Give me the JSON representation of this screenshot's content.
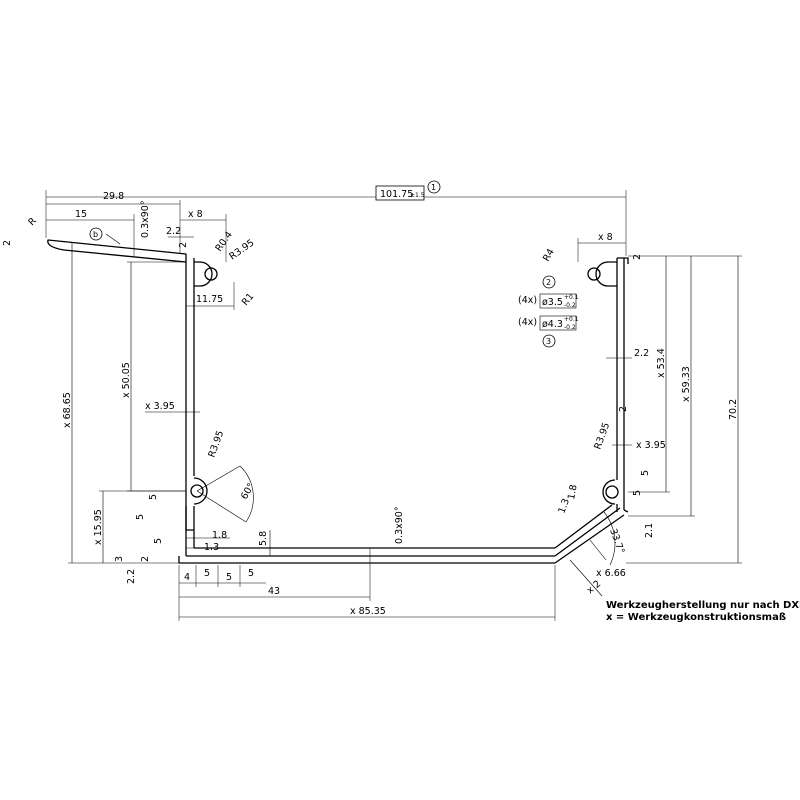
{
  "dimensions": {
    "overall_width": "101.75",
    "overall_width_tol": "±1.5",
    "top_left_width": "29.8",
    "top_left_15": "15",
    "chamfer_top": "0.3x90°",
    "x8_left": "x 8",
    "x8_right": "x 8",
    "d2_left_top": "2",
    "d22_left_top": "2.2",
    "r04": "R0.4",
    "r395_top": "R3.95",
    "r1": "R1",
    "d1175": "11.75",
    "r4": "R4",
    "lip_2_left": "2",
    "r_small": "R",
    "d2_right_top": "2",
    "d22_right": "2.2",
    "d2_right_mid": "2",
    "x5005": "x 50.05",
    "x6865": "x 68.65",
    "x534": "x 53.4",
    "x5933": "x 59.33",
    "d702": "70.2",
    "x395_left": "x 3.95",
    "x395_right": "x 3.95",
    "r395_left_bottom": "R3.95",
    "r395_right_bottom": "R3.95",
    "angle60": "60°",
    "d5_a": "5",
    "d5_b": "5",
    "d5_c": "5",
    "d5_right": "5",
    "d5_right2": "5",
    "d18_left": "1.8",
    "d13_left": "1.3",
    "d58": "5.8",
    "chamfer_bottom": "0.3x90°",
    "x1595": "x 15.95",
    "d3": "3",
    "d2_bottom_left": "2",
    "d22_bottom_left": "2.2",
    "d4": "4",
    "d5_bottom_1": "5",
    "d5_bottom_2": "5",
    "d5_bottom_3": "5",
    "d43": "43",
    "x8535": "x 85.35",
    "d18_right": "1.8",
    "d13_right": "1.3",
    "angle337": "33.7°",
    "x666": "x 6.66",
    "x2": "x 2",
    "d21": "2.1"
  },
  "callouts": {
    "c1": "1",
    "c2": "2",
    "c3": "3",
    "cb": "b"
  },
  "holes": {
    "h2_count": "(4x)",
    "h2_dia": "ø3.5",
    "h2_tol_up": "+0.1",
    "h2_tol_down": "-0.2",
    "h3_count": "(4x)",
    "h3_dia": "ø4.3",
    "h3_tol_up": "+0.1",
    "h3_tol_down": "-0.2"
  },
  "notes": {
    "line1": "Werkzeugherstellung nur nach DXF-File",
    "line2": "x = Werkzeugkonstruktionsmaß"
  }
}
